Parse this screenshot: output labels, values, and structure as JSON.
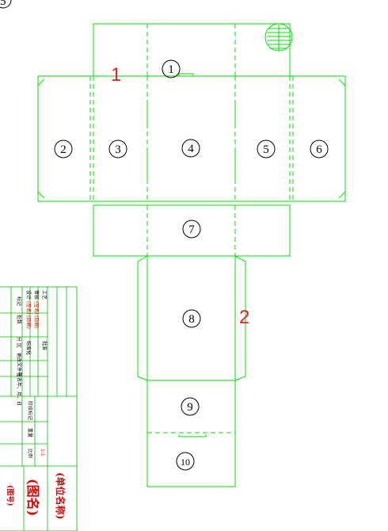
{
  "corner_mark": "5",
  "panels": [
    {
      "id": "1",
      "glyph": "①"
    },
    {
      "id": "2",
      "glyph": "②"
    },
    {
      "id": "3",
      "glyph": "③"
    },
    {
      "id": "4",
      "glyph": "④"
    },
    {
      "id": "5",
      "glyph": "⑤"
    },
    {
      "id": "6",
      "glyph": "⑥"
    },
    {
      "id": "7",
      "glyph": "⑦"
    },
    {
      "id": "8",
      "glyph": "⑧"
    },
    {
      "id": "9",
      "glyph": "⑨"
    },
    {
      "id": "10",
      "glyph": "⑩"
    }
  ],
  "annotations": {
    "mark1": "1",
    "mark2": "2"
  },
  "title_block": {
    "drawing_name": "(图名)",
    "unit_name": "(单位名称)",
    "drawing_no": "(图号)",
    "scale": "1:1",
    "sign_fields": [
      "(签名)",
      "(日期)",
      "(签名)",
      "(日期)"
    ],
    "labels": [
      "标记",
      "处数",
      "分 区",
      "更改文件号",
      "签名",
      "年、月、日",
      "设计",
      "标准化",
      "审核",
      "工艺",
      "批准",
      "阶段标记",
      "重量",
      "比例"
    ]
  },
  "colors": {
    "line": "#00e000",
    "annotation": "#e02020",
    "title_red": "#e00000"
  }
}
